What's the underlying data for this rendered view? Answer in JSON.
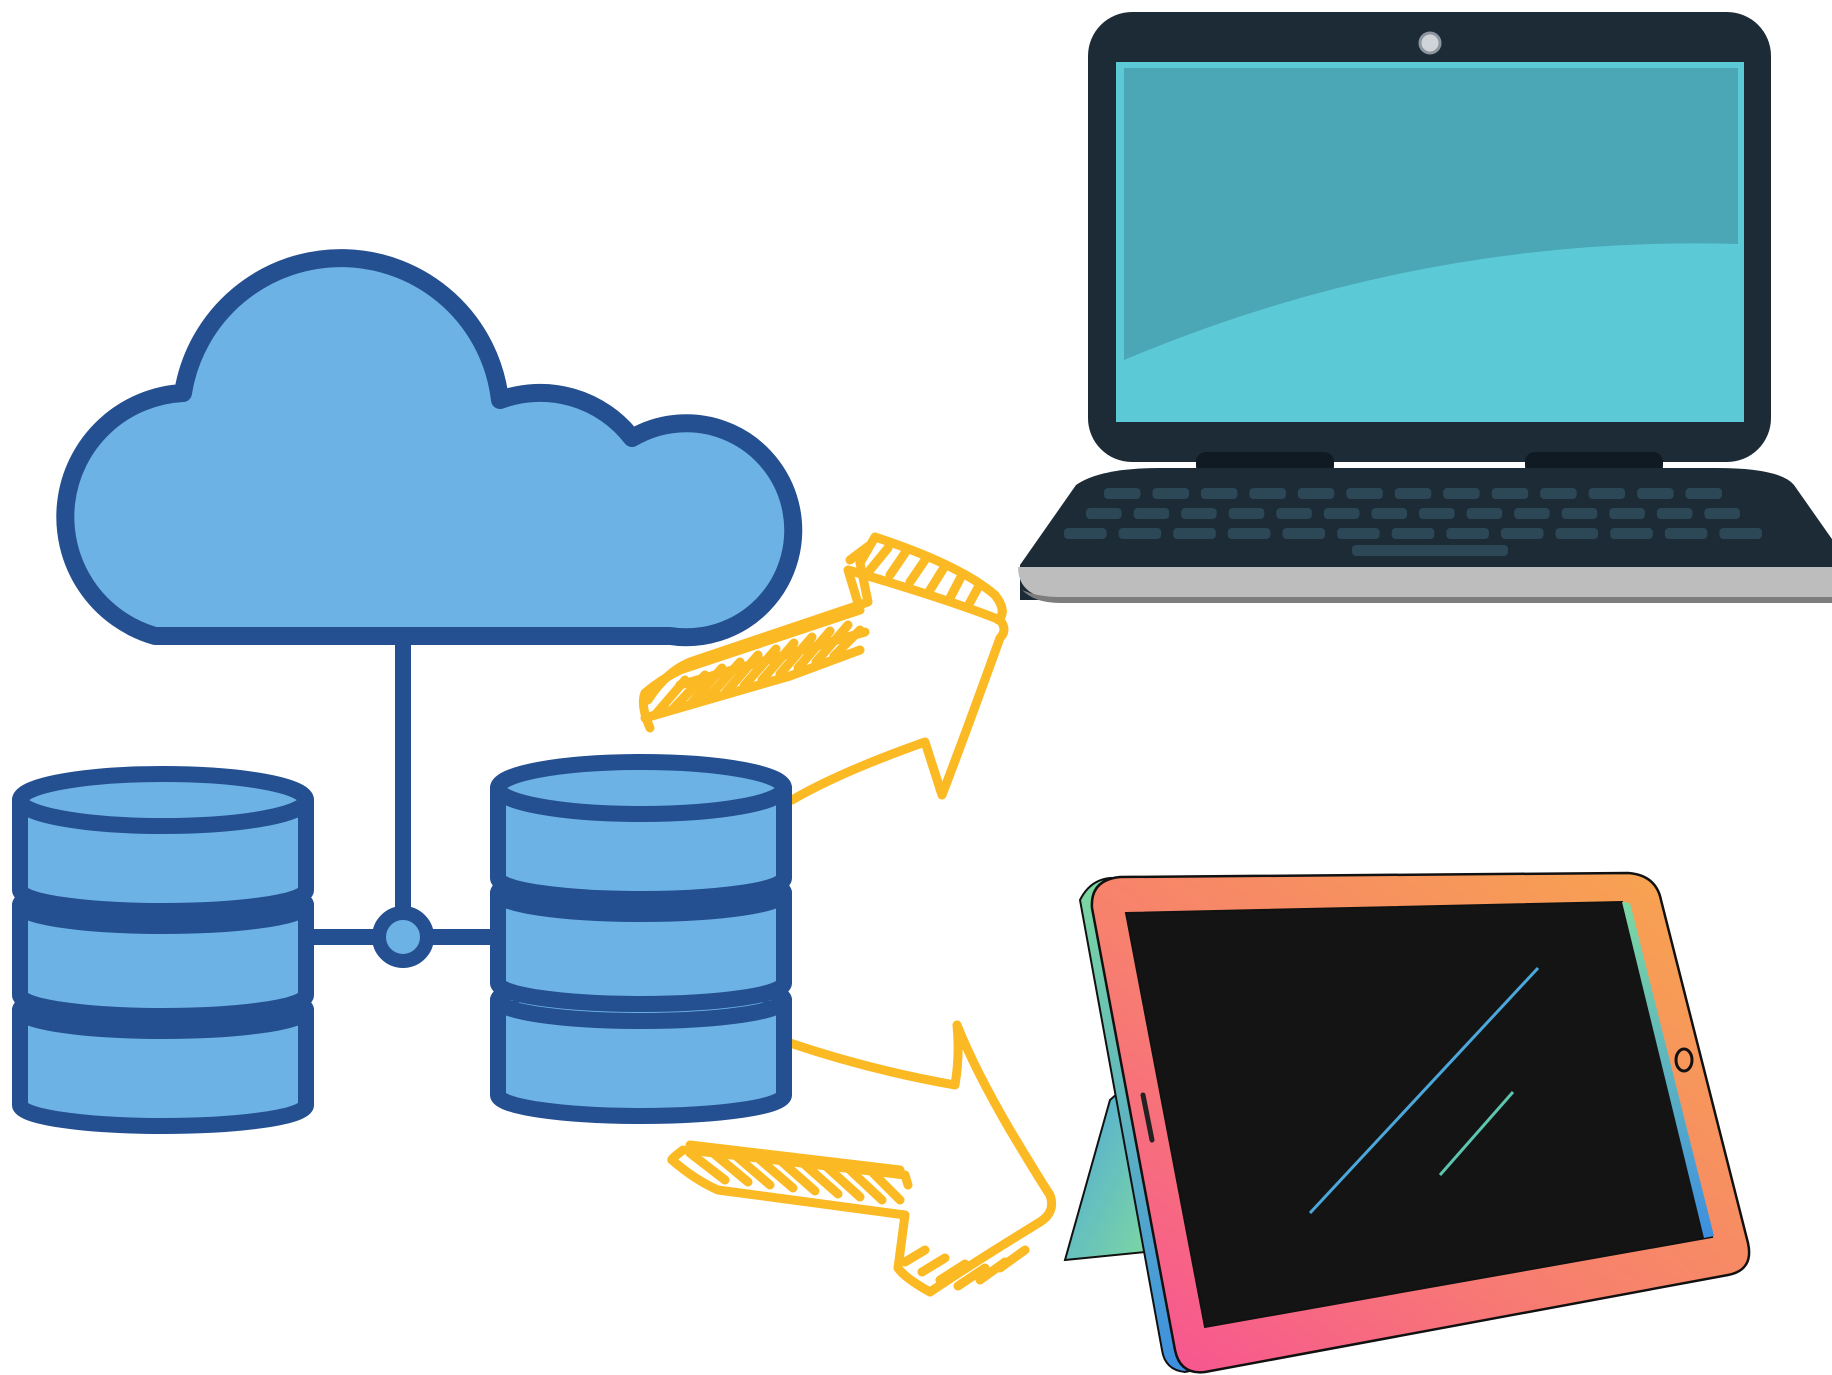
{
  "diagram": {
    "nodes": [
      {
        "id": "cloud",
        "icon": "cloud-icon"
      },
      {
        "id": "db-left",
        "icon": "database-icon"
      },
      {
        "id": "db-right",
        "icon": "database-icon"
      },
      {
        "id": "hub",
        "icon": "network-hub-icon"
      },
      {
        "id": "laptop",
        "icon": "laptop-icon"
      },
      {
        "id": "tablet",
        "icon": "tablet-icon"
      }
    ],
    "edges": [
      {
        "from": "cloud",
        "to": "hub",
        "style": "line"
      },
      {
        "from": "db-left",
        "to": "hub",
        "style": "line"
      },
      {
        "from": "hub",
        "to": "db-right",
        "style": "line"
      },
      {
        "from": "db-right",
        "to": "laptop",
        "style": "sketch-arrow"
      },
      {
        "from": "db-right",
        "to": "tablet",
        "style": "sketch-arrow"
      }
    ]
  },
  "colors": {
    "navy": "#244f90",
    "cloud_fill": "#6cb2e5",
    "arrow": "#fbb924",
    "laptop_bezel": "#1c2b36",
    "laptop_screen": "#5bc9d6",
    "laptop_screen_shade": "#4ba6b5",
    "laptop_keys": "#2c4756",
    "laptop_base": "#bdbdbd",
    "tablet_frame_top": "#f79c50",
    "tablet_frame_bottom": "#f7598e",
    "tablet_screen": "#141414",
    "tablet_stand": "#7dd8a0"
  }
}
